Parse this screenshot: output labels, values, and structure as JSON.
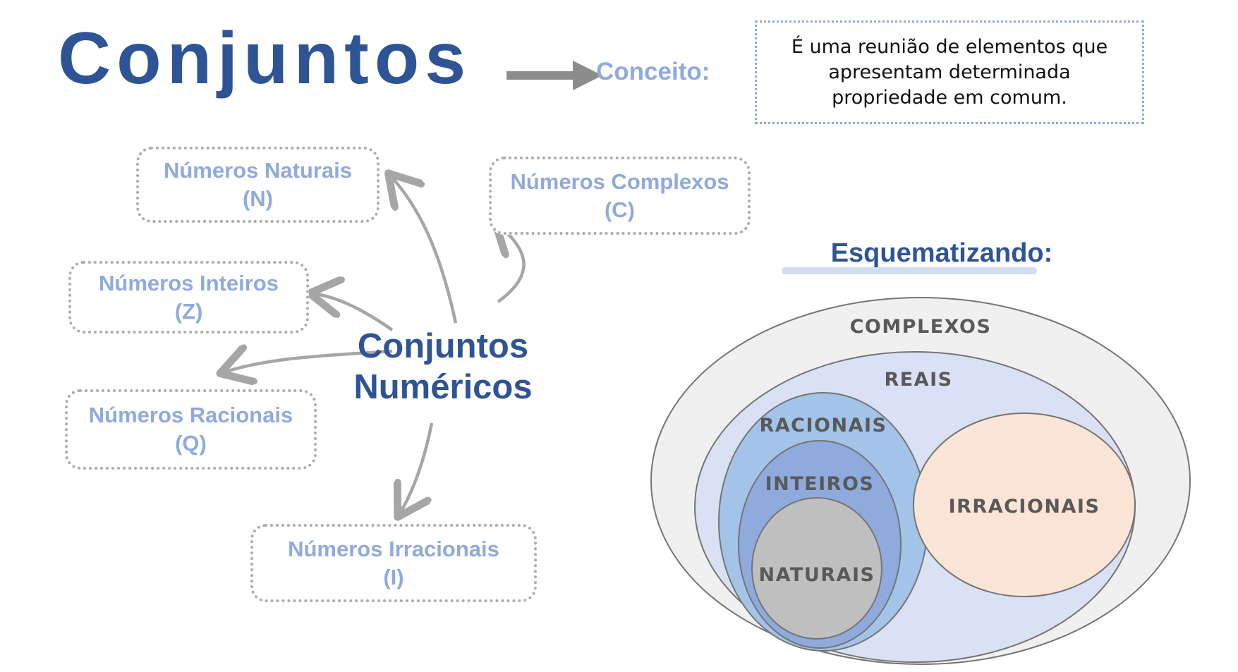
{
  "title": "Conjuntos",
  "concept": {
    "label": "Conceito:",
    "lines": [
      "É uma reunião de elementos que",
      "apresentam determinada",
      "propriedade em comum."
    ]
  },
  "mindmap": {
    "center": [
      "Conjuntos",
      "Numéricos"
    ],
    "nodes": {
      "naturais": {
        "name": "Números Naturais",
        "symbol": "(N)"
      },
      "inteiros": {
        "name": "Números Inteiros",
        "symbol": "(Z)"
      },
      "racionais": {
        "name": "Números Racionais",
        "symbol": "(Q)"
      },
      "irracionais": {
        "name": "Números Irracionais",
        "symbol": "(I)"
      },
      "complexos": {
        "name": "Números Complexos",
        "symbol": "(C)"
      }
    }
  },
  "schema": {
    "heading": "Esquematizando:",
    "labels": {
      "complexos": "COMPLEXOS",
      "reais": "REAIS",
      "racionais": "RACIONAIS",
      "inteiros": "INTEIROS",
      "naturais": "NATURAIS",
      "irracionais": "IRRACIONAIS"
    }
  },
  "colors": {
    "title_blue": "#2F5496",
    "light_blue": "#8FAADC",
    "arrow_gray": "#A6A6A6",
    "concept_arrow_gray": "#8C8C8C",
    "set_stroke": "#757575",
    "set_label_gray": "#595959",
    "sets": {
      "complexos": "#F0F0F0",
      "reais": "#DAE1F4",
      "racionais": "#A3C4E8",
      "inteiros": "#8FAADC",
      "naturais": "#BFBFBF",
      "irracionais": "#FBE5D6"
    }
  }
}
